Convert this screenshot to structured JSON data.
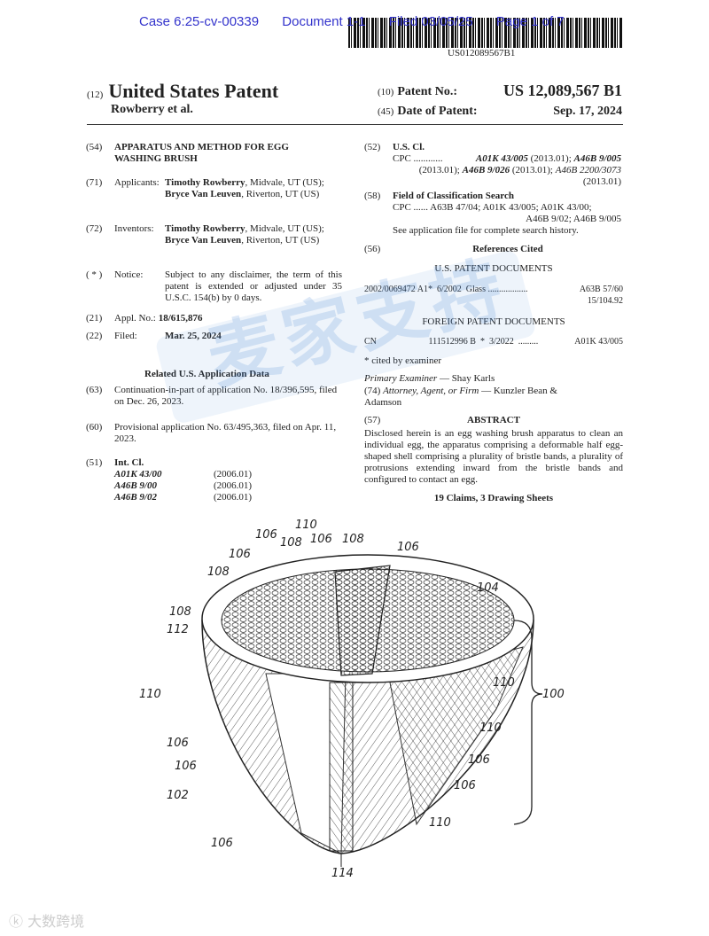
{
  "stamp": {
    "case": "Case 6:25-cv-00339",
    "document": "Document 1-1",
    "filed": "Filed 03/05/25",
    "page": "Page 1 of 7"
  },
  "barcode_number": "US012089567B1",
  "header": {
    "code12": "(12)",
    "title": "United States Patent",
    "authors": "Rowberry et al.",
    "code10": "(10)",
    "patent_no_label": "Patent No.:",
    "patent_no": "US 12,089,567 B1",
    "code45": "(45)",
    "date_label": "Date of Patent:",
    "date": "Sep. 17, 2024"
  },
  "left": {
    "f54": {
      "code": "(54)",
      "text": "APPARATUS AND METHOD FOR EGG WASHING BRUSH"
    },
    "f71": {
      "code": "(71)",
      "label": "Applicants:",
      "name1": "Timothy Rowberry",
      "loc1": ", Midvale, UT (US); ",
      "name2": "Bryce Van Leuven",
      "loc2": ", Riverton, UT (US)"
    },
    "f72": {
      "code": "(72)",
      "label": "Inventors:",
      "name1": "Timothy Rowberry",
      "loc1": ", Midvale, UT (US); ",
      "name2": "Bryce Van Leuven",
      "loc2": ", Riverton, UT (US)"
    },
    "notice": {
      "code": "( * )",
      "label": "Notice:",
      "text": "Subject to any disclaimer, the term of this patent is extended or adjusted under 35 U.S.C. 154(b) by 0 days."
    },
    "f21": {
      "code": "(21)",
      "label": "Appl. No.:",
      "value": "18/615,876"
    },
    "f22": {
      "code": "(22)",
      "label": "Filed:",
      "value": "Mar. 25, 2024"
    },
    "related_heading": "Related U.S. Application Data",
    "f63": {
      "code": "(63)",
      "text": "Continuation-in-part of application No. 18/396,595, filed on Dec. 26, 2023."
    },
    "f60": {
      "code": "(60)",
      "text": "Provisional application No. 63/495,363, filed on Apr. 11, 2023."
    },
    "f51": {
      "code": "(51)",
      "label": "Int. Cl.",
      "items": [
        {
          "cls": "A01K 43/00",
          "ver": "(2006.01)"
        },
        {
          "cls": "A46B 9/00",
          "ver": "(2006.01)"
        },
        {
          "cls": "A46B 9/02",
          "ver": "(2006.01)"
        }
      ]
    }
  },
  "right": {
    "f52": {
      "code": "(52)",
      "label": "U.S. Cl.",
      "cpc": "CPC ............",
      "c1": "A01K 43/005",
      "v1": " (2013.01); ",
      "c2": "A46B 9/005",
      "v2": " (2013.01); ",
      "c3": "A46B 9/026",
      "v3": " (2013.01); ",
      "c4": "A46B 2200/3073",
      "v4": " (2013.01)"
    },
    "f58": {
      "code": "(58)",
      "label": "Field of Classification Search",
      "line1": "CPC ...... A63B 47/04; A01K 43/005; A01K 43/00;",
      "line2": "A46B 9/02; A46B 9/005",
      "line3": "See application file for complete search history."
    },
    "f56": {
      "code": "(56)",
      "label": "References Cited"
    },
    "us_docs_heading": "U.S. PATENT DOCUMENTS",
    "us_doc": {
      "num": "2002/0069472 A1*",
      "date": "6/2002",
      "name": "Glass",
      "dots": "..................",
      "cls": "A63B 57/60",
      "cls2": "15/104.92"
    },
    "foreign_heading": "FOREIGN PATENT DOCUMENTS",
    "foreign_doc": {
      "country": "CN",
      "num": "111512996 B",
      "star": "*",
      "date": "3/2022",
      "dots": ".........",
      "cls": "A01K 43/005"
    },
    "cited_note": "* cited by examiner",
    "examiner_label": "Primary Examiner",
    "examiner": " — Shay Karls",
    "attorney_code": "(74)",
    "attorney_label": "Attorney, Agent, or Firm",
    "attorney": " — Kunzler Bean & Adamson",
    "abstract_code": "(57)",
    "abstract_heading": "ABSTRACT",
    "abstract": "Disclosed herein is an egg washing brush apparatus to clean an individual egg, the apparatus comprising a deformable half egg-shaped shell comprising a plurality of bristle bands, a plurality of protrusions extending inward from the bristle bands and configured to contact an egg.",
    "claims": "19 Claims, 3 Drawing Sheets"
  },
  "figure": {
    "labels": [
      "110",
      "106",
      "108",
      "106",
      "108",
      "106",
      "106",
      "108",
      "104",
      "108",
      "112",
      "110",
      "110",
      "100",
      "110",
      "106",
      "106",
      "106",
      "106",
      "102",
      "110",
      "106",
      "114"
    ]
  },
  "watermark": "麦家支持",
  "corner_logo": "大数跨境"
}
